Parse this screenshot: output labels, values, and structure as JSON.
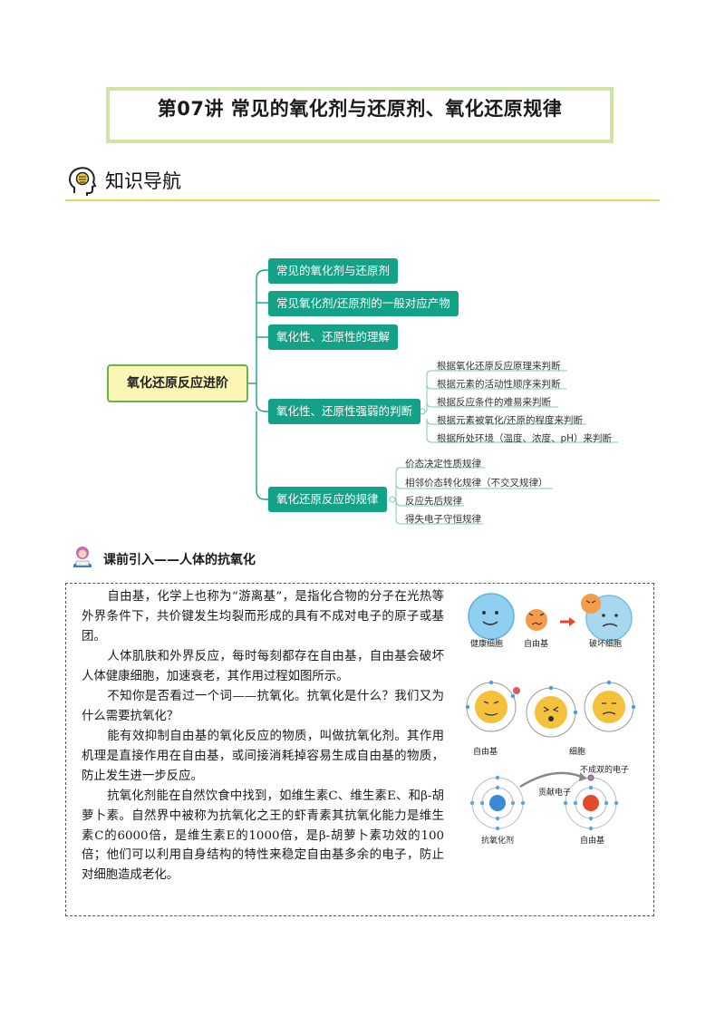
{
  "title": "第07讲  常见的氧化剂与还原剂、氧化还原规律",
  "section_header": "知识导航",
  "mindmap": {
    "root": "氧化还原反应进阶",
    "branches": [
      {
        "label": "常见的氧化剂与还原剂"
      },
      {
        "label": "常见氧化剂/还原剂的一般对应产物"
      },
      {
        "label": "氧化性、还原性的理解"
      },
      {
        "label": "氧化性、还原性强弱的判断",
        "children": [
          "根据氧化还原反应原理来判断",
          "根据元素的活动性顺序来判断",
          "根据反应条件的难易来判断",
          "根据元素被氧化/还原的程度来判断",
          "根据所处环境（温度、浓度、pH）来判断"
        ]
      },
      {
        "label": "氧化还原反应的规律",
        "children": [
          "价态决定性质规律",
          "相邻价态转化规律（不交叉规律）",
          "反应先后规律",
          "得失电子守恒规律"
        ]
      }
    ]
  },
  "lead_in": {
    "title": "课前引入——人体的抗氧化",
    "paragraphs": [
      "自由基，化学上也称为“游离基”，是指化合物的分子在光热等外界条件下，共价键发生均裂而形成的具有不成对电子的原子或基团。",
      "人体肌肤和外界反应，每时每刻都存在自由基，自由基会破坏人体健康细胞，加速衰老，其作用过程如图所示。",
      "不知你是否看过一个词——抗氧化。抗氧化是什么？我们又为什么需要抗氧化？",
      "能有效抑制自由基的氧化反应的物质，叫做抗氧化剂。其作用机理是直接作用在自由基，或间接消耗掉容易生成自由基的物质，防止发生进一步反应。",
      "抗氧化剂能在自然饮食中找到，如维生素C、维生素E、和β-胡萝卜素。自然界中被称为抗氧化之王的虾青素其抗氧化能力是维生素C的6000倍，是维生素E的1000倍，是β-胡萝卜素功效的100倍；他们可以利用自身结构的特性来稳定自由基多余的电子，防止对细胞造成老化。"
    ],
    "figure_labels": {
      "healthy_cell": "健康细胞",
      "free_radical": "自由基",
      "damaged_cell": "破坏细胞",
      "panel2_left": "自由基",
      "panel2_right": "细胞",
      "unpaired_electron": "不成双的电子",
      "donate_electron": "贡献电子",
      "antioxidant": "抗氧化剂",
      "free_radical_2": "自由基"
    }
  },
  "colors": {
    "branch_green": "#14a286",
    "root_fill": "#fbf6b3",
    "title_border": "#cfe3a3",
    "rule_yellow": "#f2d25a"
  }
}
